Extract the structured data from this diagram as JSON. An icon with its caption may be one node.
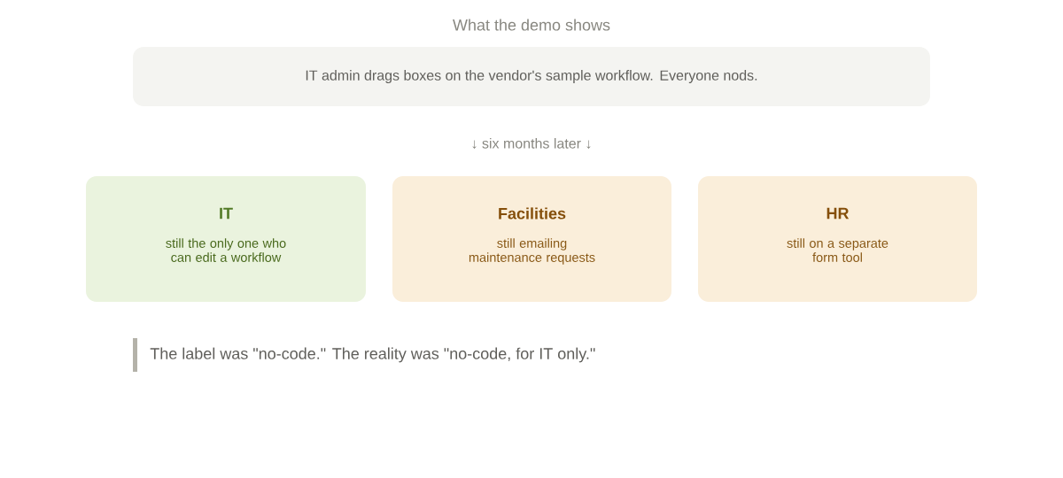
{
  "diagram": {
    "title": "What the demo shows",
    "nodes": [
      {
        "text": [
          "IT admin drags boxes on the vendor's sample workflow. Everyone nods."
        ]
      },
      {
        "text": [
          "IT",
          "still the only one who can edit a workflow"
        ]
      },
      {
        "text": [
          "Facilities",
          "still emailing maintenance requests"
        ]
      },
      {
        "text": [
          "HR",
          "still on a separate form tool"
        ]
      }
    ],
    "labels": [
      "↓ six months later ↓",
      "The label was \"no-code.\" The reality was \"no-code, for IT only.\""
    ]
  }
}
